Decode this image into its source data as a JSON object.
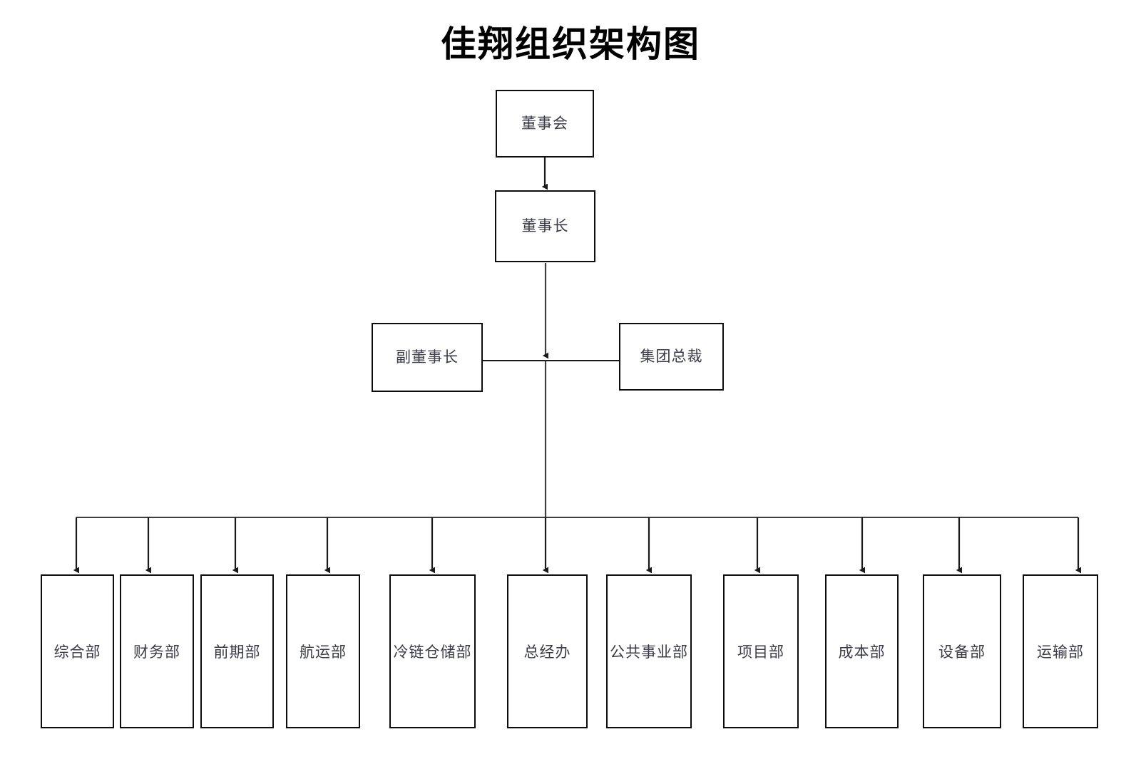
{
  "title": "佳翔组织架构图",
  "colors": {
    "box_border": "#0d0d0d",
    "text": "#3a3a48",
    "title_text": "#000000",
    "line": "#1a1a1a",
    "background": "#ffffff"
  },
  "chart_data": {
    "type": "diagram",
    "diagram_kind": "organization-chart",
    "title": "佳翔组织架构图",
    "orientation": "top-down",
    "levels": [
      {
        "level": 1,
        "nodes": [
          "董事会"
        ]
      },
      {
        "level": 2,
        "nodes": [
          "董事长"
        ]
      },
      {
        "level": 3,
        "nodes": [
          "副董事长",
          "集团总裁"
        ]
      },
      {
        "level": 4,
        "nodes": [
          "综合部",
          "财务部",
          "前期部",
          "航运部",
          "冷链仓储部",
          "总经办",
          "公共事业部",
          "项目部",
          "成本部",
          "设备部",
          "运输部"
        ]
      }
    ],
    "edges": [
      {
        "from": "董事会",
        "to": "董事长",
        "style": "arrow"
      },
      {
        "from": "董事长",
        "to": "副董事长",
        "style": "arrow-through-bar"
      },
      {
        "from": "董事长",
        "to": "集团总裁",
        "style": "arrow-through-bar"
      },
      {
        "from": "董事长",
        "to": "综合部",
        "style": "arrow"
      },
      {
        "from": "董事长",
        "to": "财务部",
        "style": "arrow"
      },
      {
        "from": "董事长",
        "to": "前期部",
        "style": "arrow"
      },
      {
        "from": "董事长",
        "to": "航运部",
        "style": "arrow"
      },
      {
        "from": "董事长",
        "to": "冷链仓储部",
        "style": "arrow"
      },
      {
        "from": "董事长",
        "to": "总经办",
        "style": "arrow"
      },
      {
        "from": "董事长",
        "to": "公共事业部",
        "style": "arrow"
      },
      {
        "from": "董事长",
        "to": "项目部",
        "style": "arrow"
      },
      {
        "from": "董事长",
        "to": "成本部",
        "style": "arrow"
      },
      {
        "from": "董事长",
        "to": "设备部",
        "style": "arrow"
      },
      {
        "from": "董事长",
        "to": "运输部",
        "style": "arrow"
      }
    ]
  },
  "nodes": {
    "board": {
      "label": "董事会"
    },
    "chairman": {
      "label": "董事长"
    },
    "vice_chairman": {
      "label": "副董事长"
    },
    "group_president": {
      "label": "集团总裁"
    },
    "departments": [
      {
        "label": "综合部"
      },
      {
        "label": "财务部"
      },
      {
        "label": "前期部"
      },
      {
        "label": "航运部"
      },
      {
        "label": "冷链仓储部"
      },
      {
        "label": "总经办"
      },
      {
        "label": "公共事业部"
      },
      {
        "label": "项目部"
      },
      {
        "label": "成本部"
      },
      {
        "label": "设备部"
      },
      {
        "label": "运输部"
      }
    ]
  }
}
